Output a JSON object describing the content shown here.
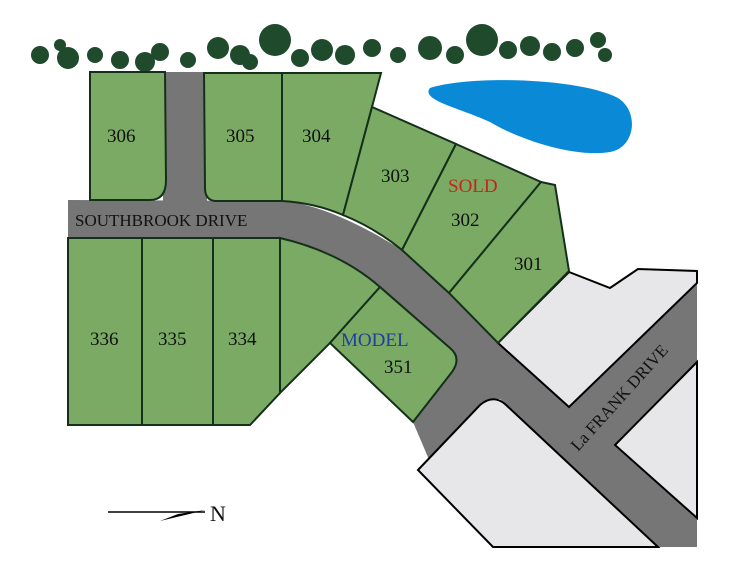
{
  "streets": {
    "southbrook": "SOUTHBROOK DRIVE",
    "lafrank": "La FRANK DRIVE"
  },
  "lots": [
    {
      "number": "306",
      "status": ""
    },
    {
      "number": "305",
      "status": ""
    },
    {
      "number": "304",
      "status": ""
    },
    {
      "number": "303",
      "status": ""
    },
    {
      "number": "302",
      "status": "SOLD"
    },
    {
      "number": "301",
      "status": ""
    },
    {
      "number": "336",
      "status": ""
    },
    {
      "number": "335",
      "status": ""
    },
    {
      "number": "334",
      "status": ""
    },
    {
      "number": "351",
      "status": "MODEL"
    }
  ],
  "compass": {
    "label": "N",
    "icon": "north-arrow-icon"
  },
  "colors": {
    "lot": "#7aaa64",
    "road": "#767676",
    "pond": "#0a8ad6",
    "sold": "#c0281c",
    "model": "#1e3ea0",
    "trees": "#1f4a2c",
    "other_parcel": "#e7e6e9"
  }
}
